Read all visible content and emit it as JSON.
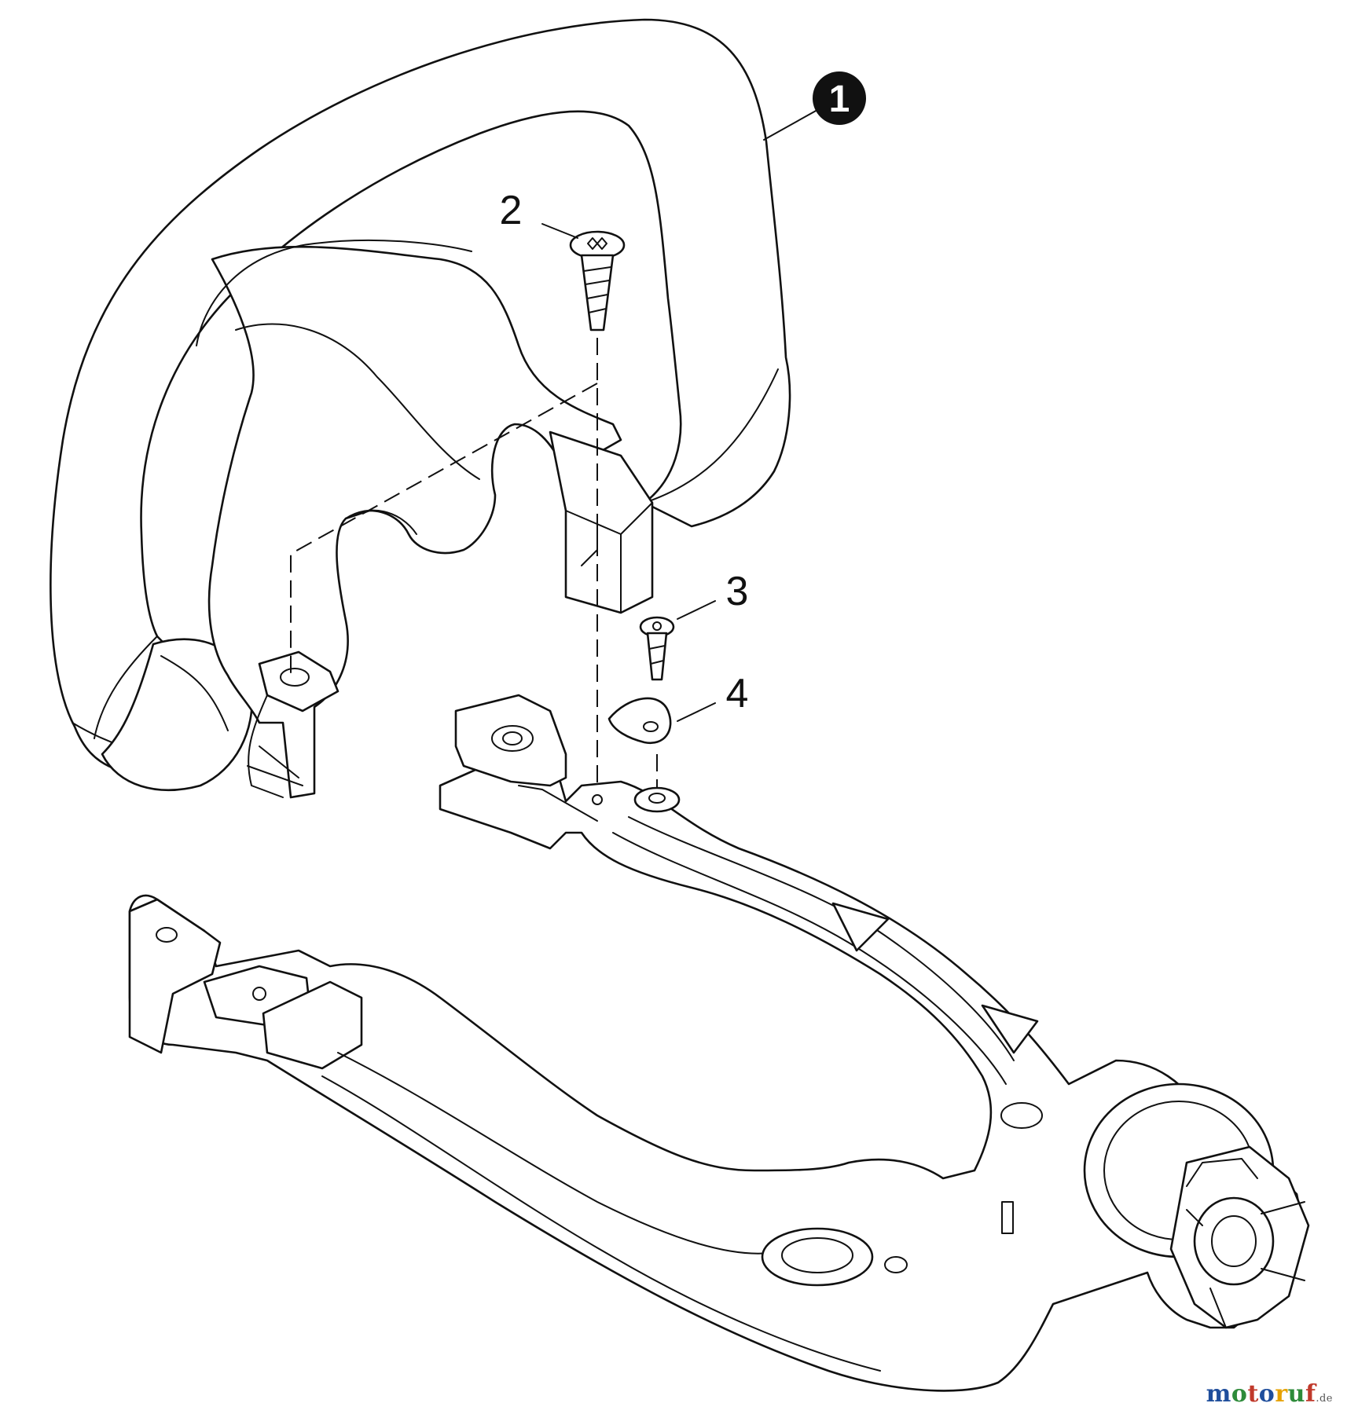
{
  "callouts": [
    {
      "number": "1",
      "style": "filled-circle"
    },
    {
      "number": "2",
      "style": "plain"
    },
    {
      "number": "3",
      "style": "plain"
    },
    {
      "number": "4",
      "style": "plain"
    }
  ],
  "watermark": {
    "letters": [
      "m",
      "o",
      "t",
      "o",
      "r",
      "u",
      "f"
    ],
    "letter_colors": [
      "#1f4e9c",
      "#2e8b3a",
      "#c0392b",
      "#1f4e9c",
      "#e6a100",
      "#2e8b3a",
      "#c0392b"
    ],
    "tld": ".de"
  },
  "colors": {
    "line": "#111111",
    "background": "#ffffff",
    "badge": "#111111"
  }
}
